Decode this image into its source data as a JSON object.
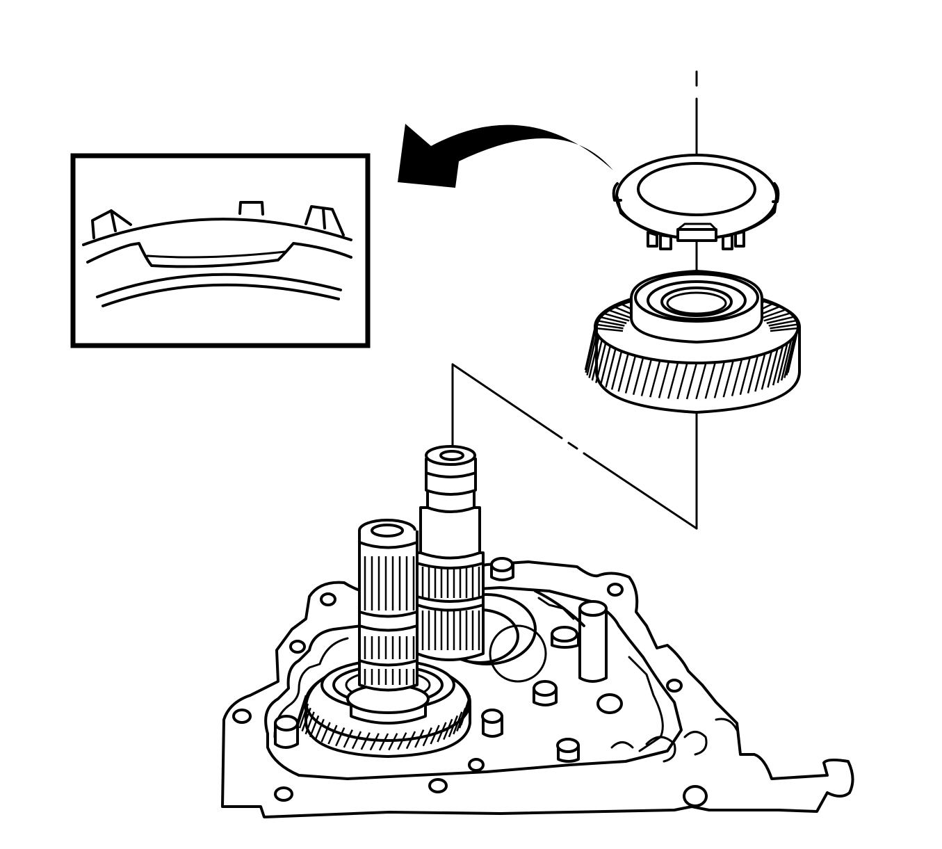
{
  "figure": {
    "ink_color": "#000000",
    "background_color": "#ffffff",
    "parts": [
      {
        "name": "synchronizer-blocker-ring",
        "icon": "ring-icon"
      },
      {
        "name": "helical-gear",
        "icon": "gear-icon"
      },
      {
        "name": "shaft-assembly",
        "icon": "shaft-icon"
      },
      {
        "name": "transmission-case",
        "icon": "case-icon"
      },
      {
        "name": "detail-inset",
        "icon": "magnify-icon"
      },
      {
        "name": "callout-arrow",
        "icon": "curved-arrow-icon"
      }
    ]
  }
}
